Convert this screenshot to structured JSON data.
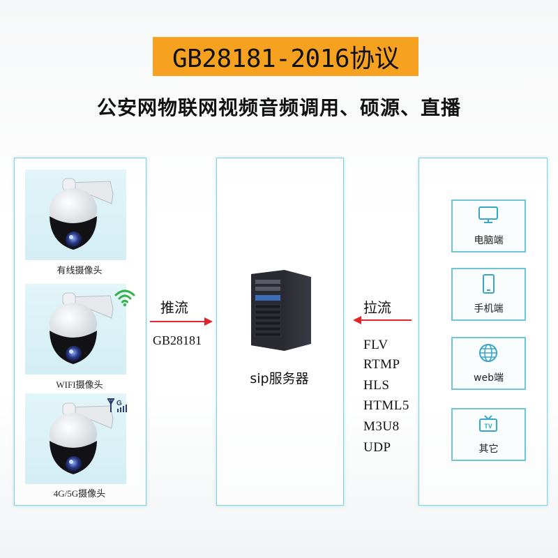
{
  "title": "GB28181-2016协议",
  "subtitle": "公安网物联网视频音频调用、硕源、直播",
  "cameras": [
    {
      "label": "有线摄像头",
      "badge": ""
    },
    {
      "label": "WIFI摄像头",
      "badge": "wifi-icon"
    },
    {
      "label": "4G/5G摄像头",
      "badge": "antenna-icon"
    }
  ],
  "push": {
    "label": "推流",
    "protocol": "GB28181"
  },
  "server": {
    "label": "sip服务器"
  },
  "pull": {
    "label": "拉流",
    "protocols": [
      "FLV",
      "RTMP",
      "HLS",
      "HTML5",
      "M3U8",
      "UDP"
    ]
  },
  "clients": [
    {
      "label": "电脑端",
      "icon": "monitor-icon"
    },
    {
      "label": "手机端",
      "icon": "phone-icon"
    },
    {
      "label": "web端",
      "icon": "globe-icon"
    },
    {
      "label": "其它",
      "icon": "tv-icon"
    }
  ],
  "colors": {
    "title_bg": "#f6a11f",
    "panel_border": "#7fd2e0",
    "arrow": "#e0262a",
    "icon": "#3aa6c6"
  }
}
